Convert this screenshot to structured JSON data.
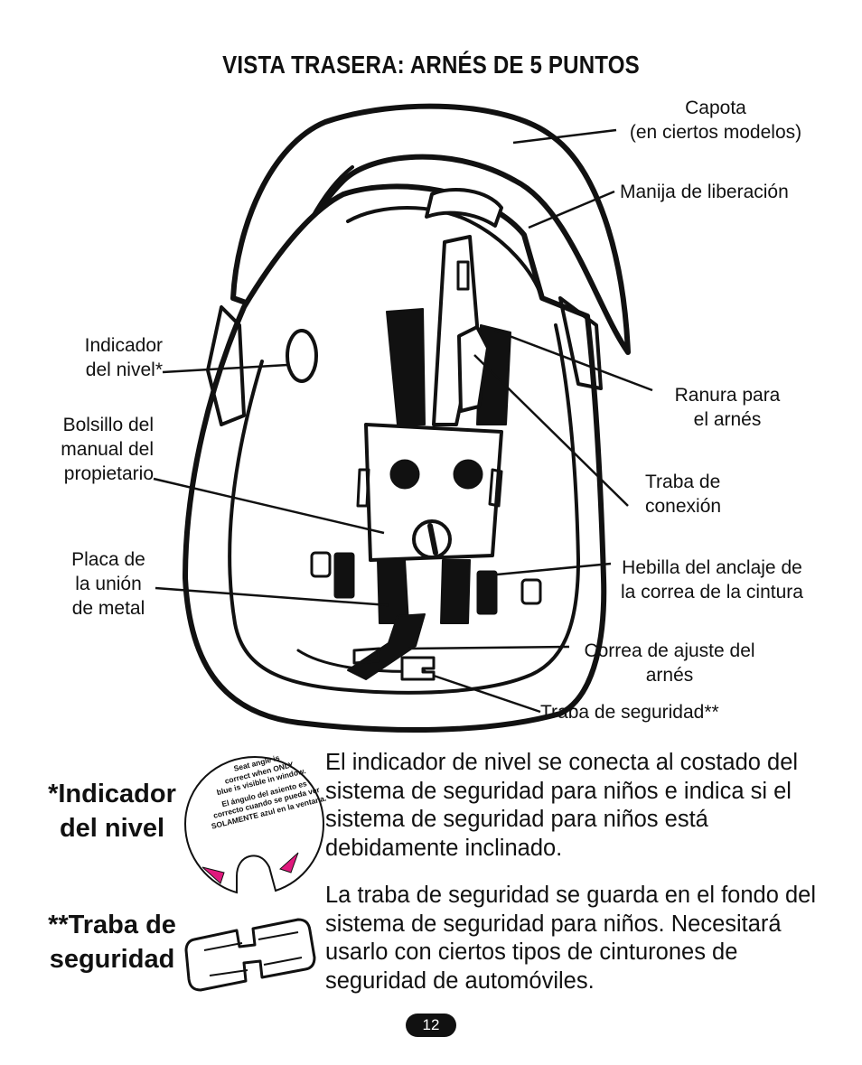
{
  "title": "VISTA TRASERA: ARNÉS DE 5 PUNTOS",
  "labels": {
    "capota_1": "Capota",
    "capota_2": "(en ciertos modelos)",
    "manija": "Manija de liberación",
    "indicador_1": "Indicador",
    "indicador_2": "del nivel*",
    "ranura_1": "Ranura para",
    "ranura_2": "el arnés",
    "bolsillo_1": "Bolsillo del",
    "bolsillo_2": "manual del",
    "bolsillo_3": "propietario",
    "traba_con_1": "Traba de",
    "traba_con_2": "conexión",
    "placa_1": "Placa de",
    "placa_2": "la unión",
    "placa_3": "de metal",
    "hebilla_1": "Hebilla del anclaje de",
    "hebilla_2": "la correa de la cintura",
    "correa_1": "Correa de ajuste del",
    "correa_2": "arnés",
    "traba_seg": "Traba de seguridad**"
  },
  "indicator_heading": [
    "*Indicador",
    "del nivel"
  ],
  "lock_heading": [
    "**Traba de",
    "seguridad"
  ],
  "indicator_sticker": [
    "Seat angle is",
    "correct when ONLY",
    "blue is visible in window.",
    "El ángulo del asiento es",
    "correcto cuando se pueda ver",
    "SOLAMENTE azul en la ventana."
  ],
  "paragraphs": [
    [
      "El indicador de nivel se conecta al costado del",
      "sistema de seguridad para niños e indica si el",
      "sistema de seguridad para niños está",
      "debidamente inclinado."
    ],
    [
      "La traba de seguridad se guarda en el fondo del",
      "sistema de seguridad para niños. Necesitará",
      "usarlo con ciertos tipos de cinturones de",
      "seguridad de automóviles."
    ]
  ],
  "page_number": "12",
  "colors": {
    "arrow_magenta": "#e0197d"
  }
}
